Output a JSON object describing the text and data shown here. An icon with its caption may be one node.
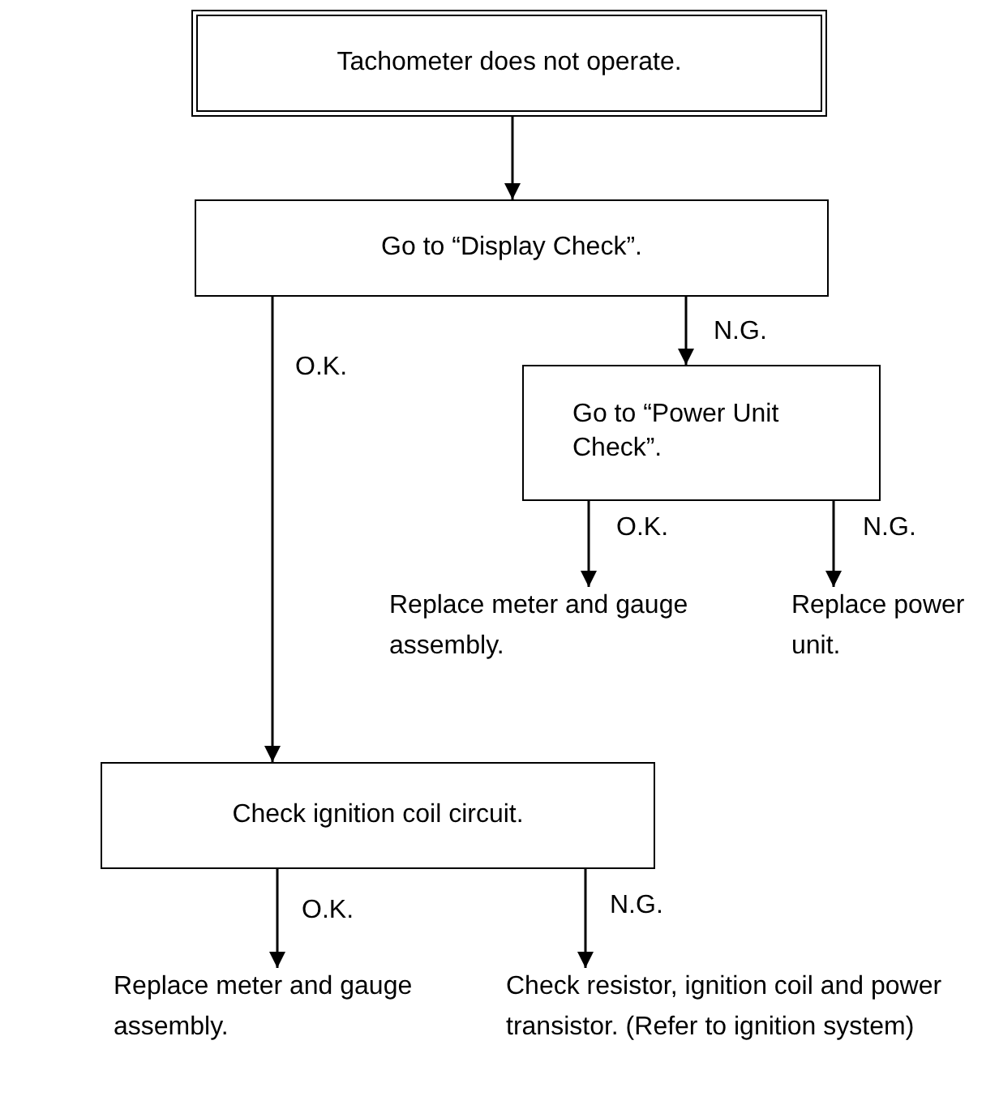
{
  "diagram": {
    "nodes": [
      {
        "text": [
          "Tachometer does not operate."
        ]
      },
      {
        "text": [
          "Go to “Display Check”."
        ]
      },
      {
        "text": [
          "Go to “Power Unit Check”."
        ]
      },
      {
        "text": [
          "Replace meter and gauge assembly."
        ]
      },
      {
        "text": [
          "Replace power unit."
        ]
      },
      {
        "text": [
          "Check ignition coil circuit."
        ]
      },
      {
        "text": [
          "Replace meter and gauge assembly."
        ]
      },
      {
        "text": [
          "Check resistor, ignition coil and power transistor. (Refer to ignition system)"
        ]
      }
    ],
    "edges": [
      {
        "from": 0,
        "to": 1,
        "arrow": "to"
      },
      {
        "from": 1,
        "to": 5,
        "arrow": "to",
        "label": "O.K."
      },
      {
        "from": 1,
        "to": 2,
        "arrow": "to",
        "label": "N.G."
      },
      {
        "from": 2,
        "to": 3,
        "arrow": "to",
        "label": "O.K."
      },
      {
        "from": 2,
        "to": 4,
        "arrow": "to",
        "label": "N.G."
      },
      {
        "from": 5,
        "to": 6,
        "arrow": "to",
        "label": "O.K."
      },
      {
        "from": 5,
        "to": 7,
        "arrow": "to",
        "label": "N.G."
      }
    ]
  }
}
